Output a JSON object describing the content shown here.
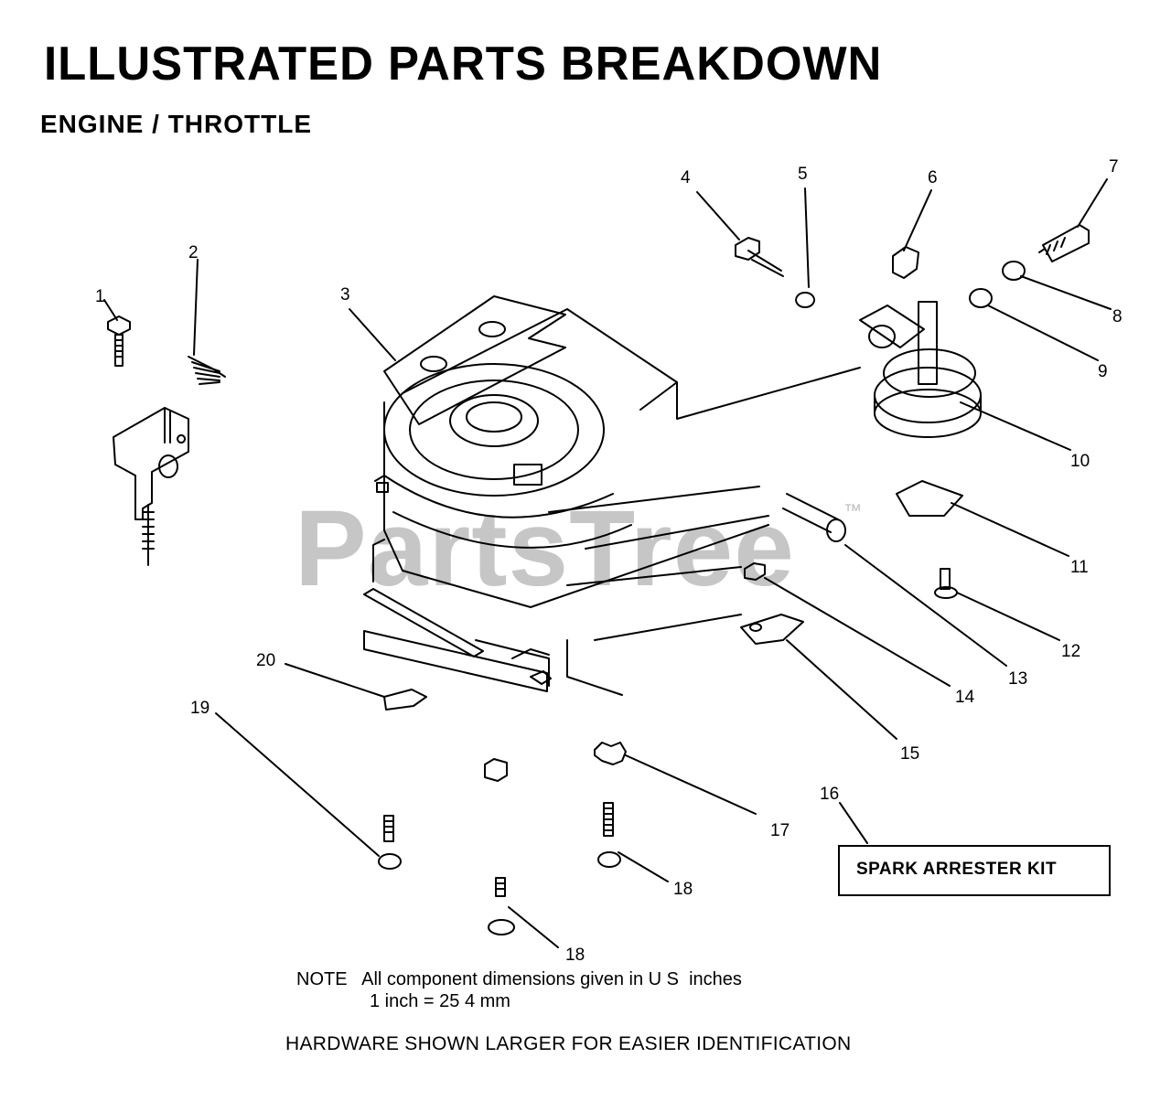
{
  "header": {
    "title": "ILLUSTRATED PARTS BREAKDOWN",
    "subtitle": "ENGINE / THROTTLE"
  },
  "callouts": [
    "1",
    "2",
    "3",
    "4",
    "5",
    "6",
    "7",
    "8",
    "9",
    "10",
    "11",
    "12",
    "13",
    "14",
    "15",
    "16",
    "17",
    "18",
    "18",
    "19",
    "20"
  ],
  "kit_label": "SPARK ARRESTER KIT",
  "note": {
    "line1": "NOTE   All component dimensions given in U S  inches",
    "line2": "1 inch = 25 4 mm"
  },
  "footer": "HARDWARE SHOWN LARGER FOR EASIER IDENTIFICATION",
  "watermark": {
    "text": "PartsTree",
    "mark": "™"
  }
}
